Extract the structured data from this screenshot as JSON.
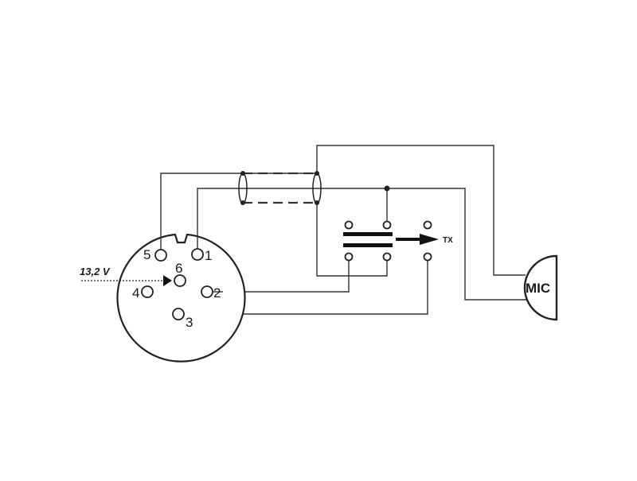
{
  "connector": {
    "pins": [
      {
        "id": "1",
        "label": "1"
      },
      {
        "id": "2",
        "label": "2"
      },
      {
        "id": "3",
        "label": "3"
      },
      {
        "id": "4",
        "label": "4"
      },
      {
        "id": "5",
        "label": "5"
      },
      {
        "id": "6",
        "label": "6"
      }
    ]
  },
  "supply": {
    "label": "13,2 V"
  },
  "switch": {
    "tx_label": "TX"
  },
  "microphone": {
    "label": "MIC"
  },
  "colors": {
    "ink": "#222222",
    "wire": "#333333",
    "background": "#ffffff"
  }
}
